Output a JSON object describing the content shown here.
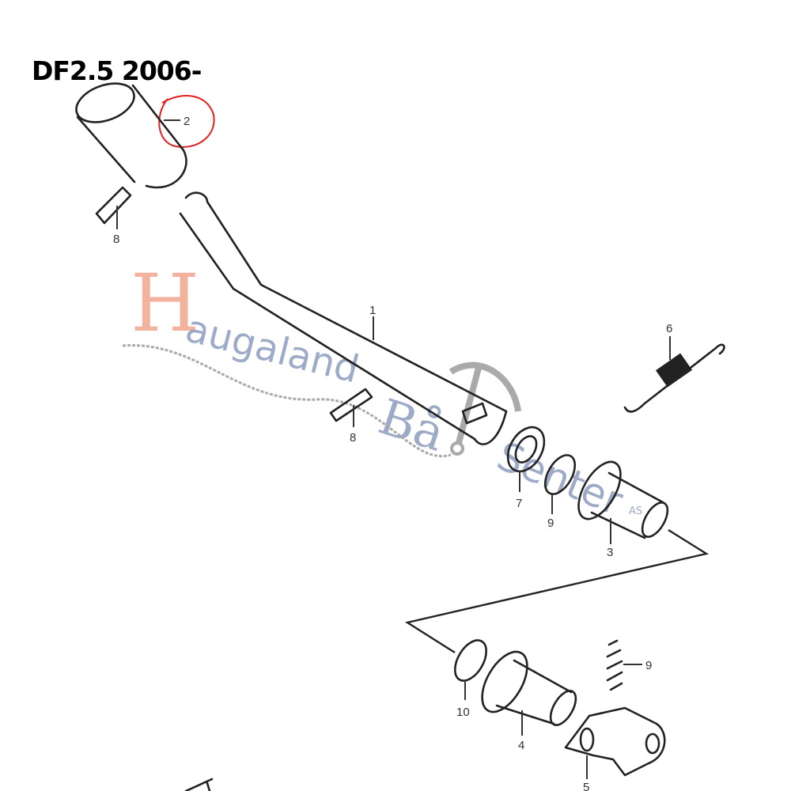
{
  "title": "DF2.5 2006-",
  "highlight_color": "#e02020",
  "callouts": {
    "p1": "1",
    "p2": "2",
    "p3": "3",
    "p4": "4",
    "p5": "5",
    "p6": "6",
    "p7": "7",
    "p8a": "8",
    "p8b": "8",
    "p9a": "9",
    "p9b": "9",
    "p10": "10"
  },
  "watermark": {
    "initial": "H",
    "word1": "augaland",
    "word2": "Bå",
    "word3": "Senter",
    "suffix": "AS"
  }
}
